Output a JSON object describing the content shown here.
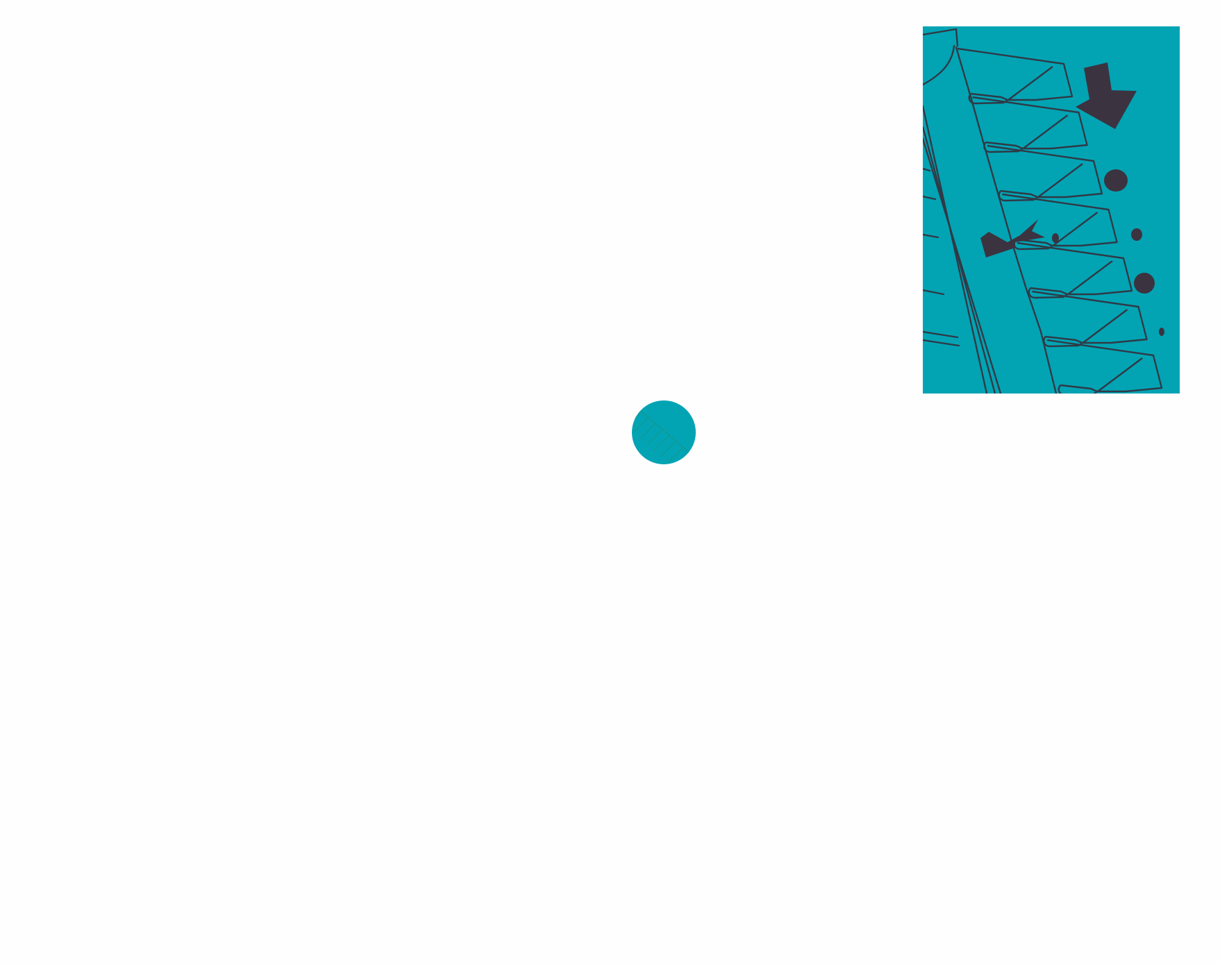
{
  "colors": {
    "background": "#fefefe",
    "panel_fill": "#02a4b4",
    "line": "#2f3a46",
    "arrow": "#3c3340",
    "marker_hatch": "#13988e"
  },
  "figure": {
    "inset_panel": {
      "subject": "stepped-serrated-edge-cross-section",
      "steps": 7,
      "arrows": 2,
      "particles": 5
    },
    "zoom_marker": {
      "shape": "circle",
      "hatched": true
    }
  }
}
